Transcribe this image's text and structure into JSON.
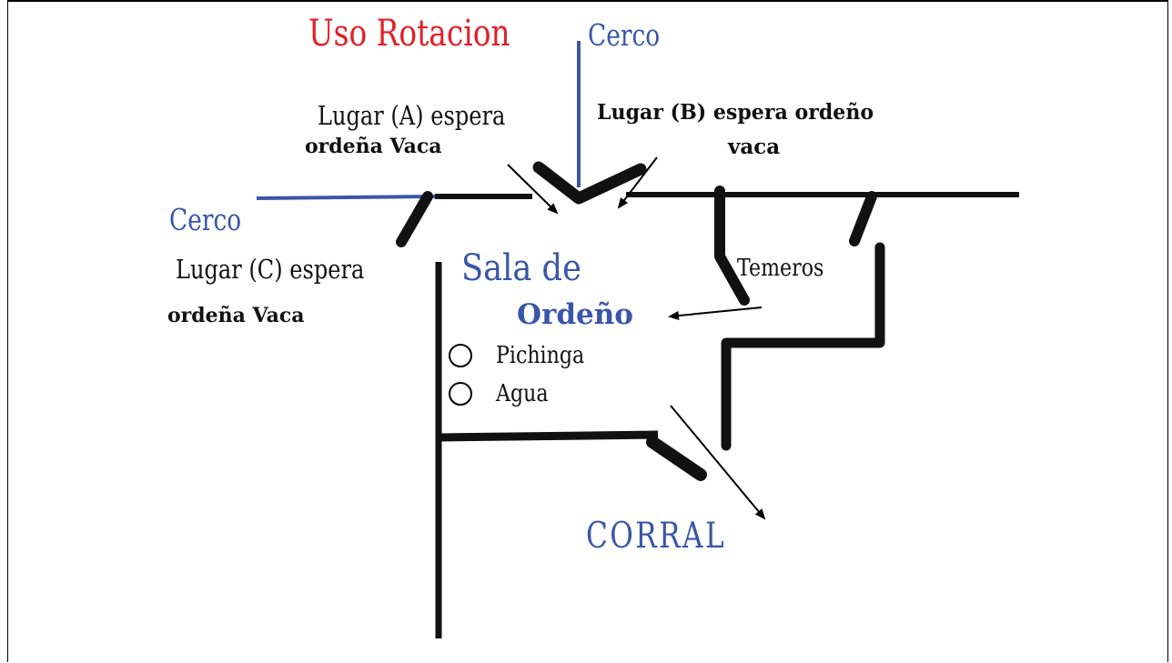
{
  "title": {
    "uso_rotacion": "Uso Rotacion",
    "cerco_top": "Cerco"
  },
  "labels": {
    "lugar_a_line1": "Lugar (A) espera",
    "lugar_a_line2": "ordeña Vaca",
    "lugar_b_line1": "Lugar (B) espera ordeño",
    "lugar_b_line2": "vaca",
    "cerco_left": "Cerco",
    "lugar_c_line1": "Lugar (C) espera",
    "lugar_c_line2": "ordeña Vaca",
    "sala_line1": "Sala de",
    "sala_line2": "Ordeño",
    "temeros": "Temeros",
    "pichinga": "Pichinga",
    "agua": "Agua",
    "corral": "CORRAL"
  },
  "colors": {
    "red": "#e0202a",
    "blue": "#3a56a8",
    "black": "#111111"
  }
}
